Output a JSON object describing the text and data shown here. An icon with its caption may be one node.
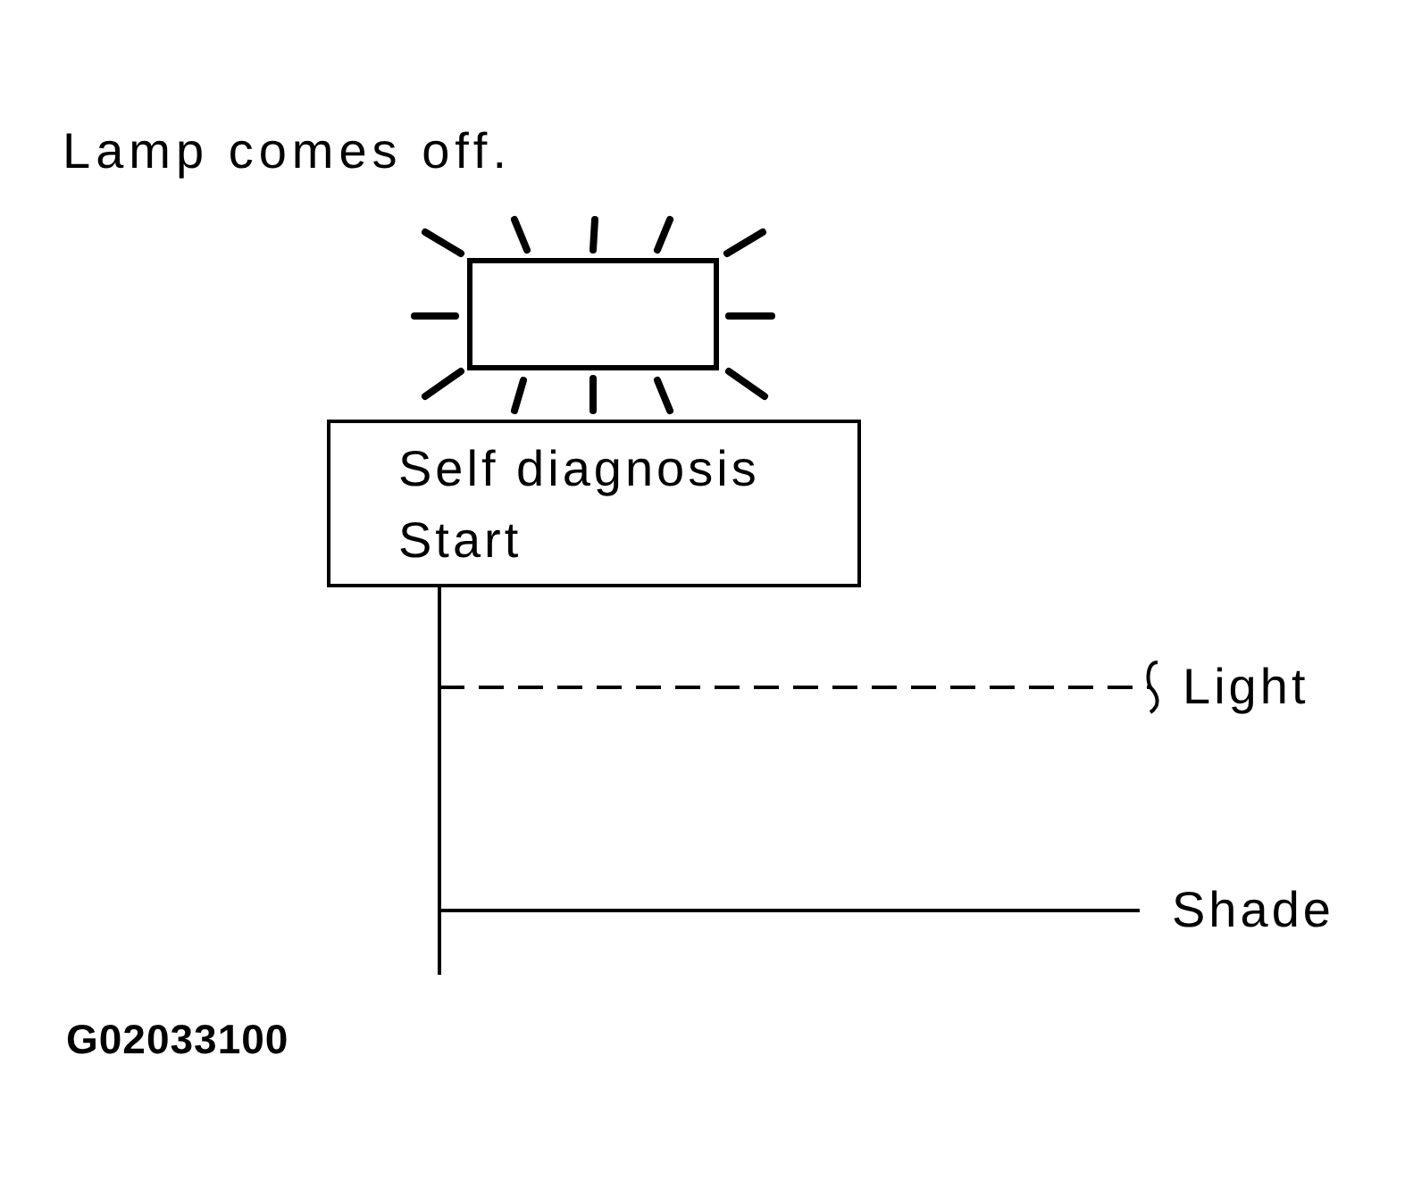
{
  "diagram": {
    "title": "Lamp comes off.",
    "nodes": [
      {
        "text": [],
        "shape": "picture"
      },
      {
        "text": [
          "Self diagnosis Start"
        ]
      },
      {
        "text": [
          "Light"
        ]
      },
      {
        "text": [
          "Shade"
        ]
      }
    ],
    "edges": [
      {
        "from": 1,
        "to": 2,
        "arrow": "other",
        "style": "dashed"
      },
      {
        "from": 1,
        "to": 3,
        "arrow": "none"
      }
    ],
    "labels": [
      "G02033100"
    ]
  }
}
